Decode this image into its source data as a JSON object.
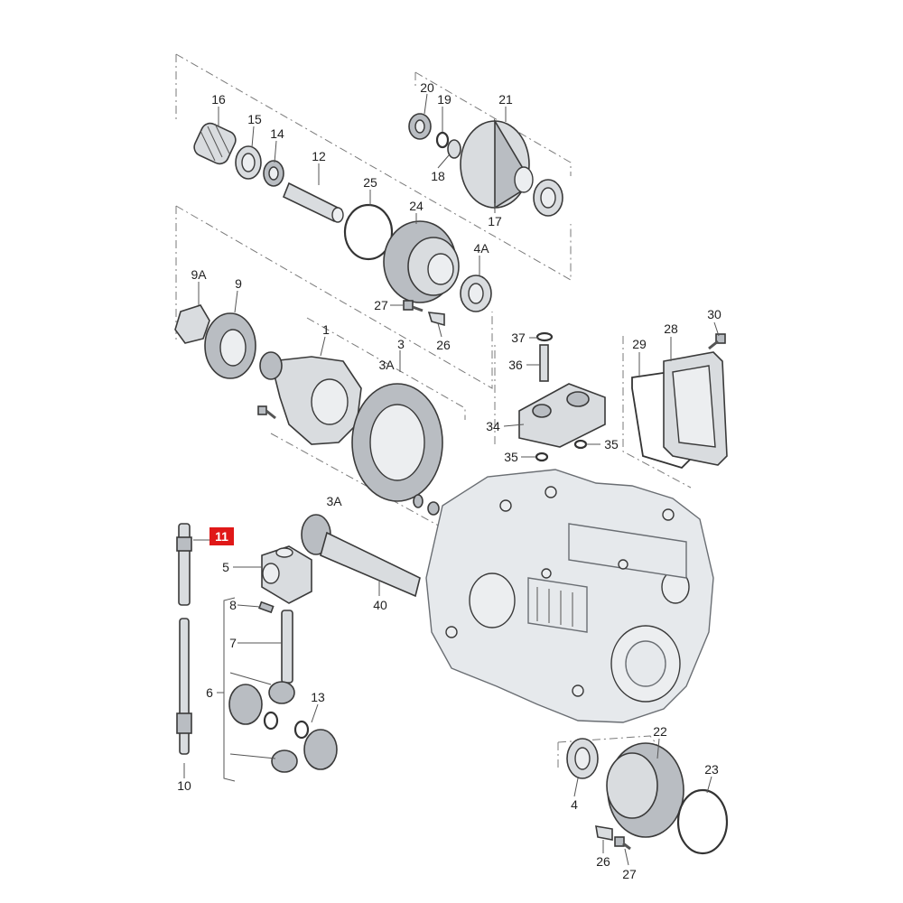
{
  "labels": {
    "p1": "1",
    "p3": "3",
    "p3a_top": "3A",
    "p3a_bottom": "3A",
    "p4": "4",
    "p4a": "4A",
    "p5": "5",
    "p6": "6",
    "p7": "7",
    "p8": "8",
    "p9": "9",
    "p9a": "9A",
    "p10": "10",
    "p11": "11",
    "p12": "12",
    "p13": "13",
    "p14": "14",
    "p15": "15",
    "p16": "16",
    "p17": "17",
    "p18": "18",
    "p19": "19",
    "p20": "20",
    "p21": "21",
    "p22": "22",
    "p23": "23",
    "p24": "24",
    "p25": "25",
    "p26_top": "26",
    "p26_bottom": "26",
    "p27_top": "27",
    "p27_bottom": "27",
    "p28": "28",
    "p29": "29",
    "p30": "30",
    "p34": "34",
    "p35_left": "35",
    "p35_right": "35",
    "p36": "36",
    "p37": "37",
    "p40": "40"
  },
  "highlight": {
    "part": "11",
    "color": "#e01818"
  }
}
